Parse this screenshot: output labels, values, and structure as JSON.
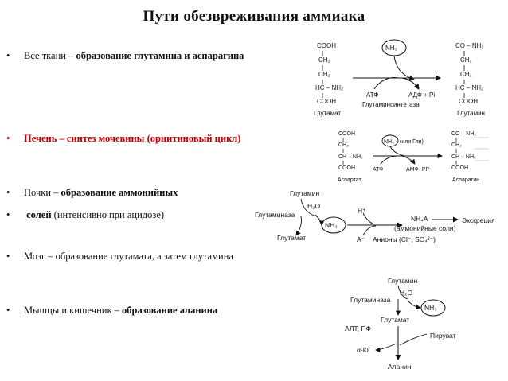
{
  "title": "Пути обезвреживания аммиака",
  "bullets": [
    {
      "plain": "Все ткани – ",
      "bold": "образование глутамина и аспарагина",
      "tail": ""
    },
    {
      "plain": "",
      "bold": "Печень – синтез мочевины (орнитиновый цикл)",
      "tail": "",
      "red": true
    },
    {
      "plain": "Почки – ",
      "bold": "образование аммонийных",
      "tail": ""
    },
    {
      "plain": " ",
      "bold": "солей",
      "tail": " (интенсивно при ацидозе)"
    },
    {
      "plain": "Мозг – образование глутамата, а затем глутамина",
      "bold": "",
      "tail": ""
    },
    {
      "plain": "Мышцы и кишечник – ",
      "bold": "образование аланина",
      "tail": ""
    }
  ],
  "diagram1": {
    "left_formula": [
      "COOH",
      "CH₂",
      "CH₂",
      "HC – NH₂",
      "COOH"
    ],
    "left_name": "Глутамат",
    "nh3": "NH₃",
    "atp": "АТФ",
    "adp": "АДФ + Pi",
    "enzyme": "Глутаминсинтетаза",
    "right_formula": [
      "CO – NH₂",
      "CH₂",
      "CH₂",
      "HC – NH₂",
      "COOH"
    ],
    "right_name": "Глутамин"
  },
  "diagram2": {
    "left_formula": [
      "COOH",
      "CH₂",
      "CH – NH₂",
      "COOH"
    ],
    "left_name": "Аспартат",
    "nh3": "NH₃",
    "nh3_note": "(или Глн)",
    "atp": "АТФ",
    "amp": "АМФ+РР",
    "right_formula": [
      "CO – NH₂",
      "CH₂",
      "CH – NH₂",
      "COOH"
    ],
    "right_name": "Аспарагин"
  },
  "diagram3": {
    "glutamine": "Глутамин",
    "h2o": "H₂O",
    "enzyme": "Глутаминаза",
    "nh3": "NH₃",
    "glutamate": "Глутамат",
    "h_plus": "H⁺",
    "a_minus": "A⁻",
    "nh4a": "NH₄A",
    "ammonium_salts": "(аммонийные соли)",
    "anions": "Анионы (Cl⁻, SO₄²⁻)",
    "excretion": "Экскреция"
  },
  "diagram4": {
    "glutamine": "Глутамин",
    "h2o": "H₂O",
    "enzyme": "Глутаминаза",
    "nh3": "NH₃",
    "glutamate": "Глутамат",
    "alt": "АЛТ, ПФ",
    "pyruvate": "Пируват",
    "akg": "α-КГ",
    "alanine": "Аланин"
  }
}
